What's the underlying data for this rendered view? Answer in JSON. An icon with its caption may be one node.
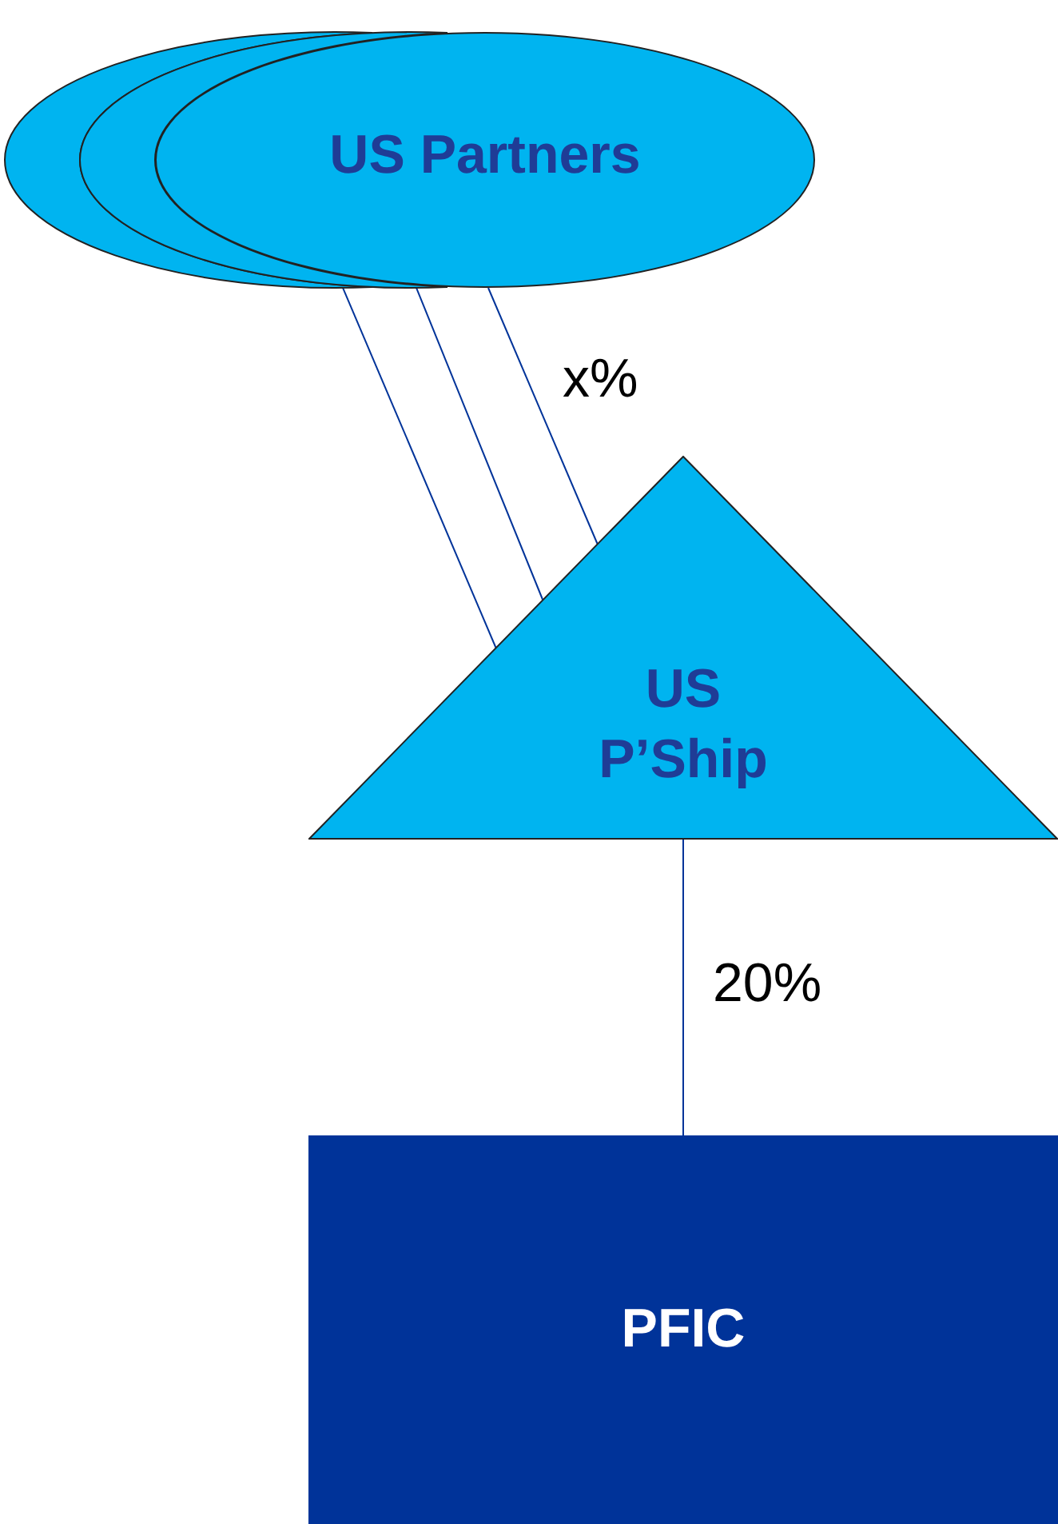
{
  "diagram": {
    "nodes": [
      {
        "text": [],
        "shape": "ellipse"
      },
      {
        "text": [],
        "shape": "ellipse"
      },
      {
        "text": [
          "US Partners"
        ]
      },
      {
        "text": [
          "US P’Ship"
        ]
      },
      {
        "text": [
          "PFIC"
        ]
      }
    ],
    "edges": [
      {
        "from": 0,
        "to": 3,
        "arrow": "none"
      },
      {
        "from": 1,
        "to": 3,
        "arrow": "none"
      },
      {
        "from": 2,
        "to": 3,
        "arrow": "none",
        "label": "x%"
      },
      {
        "from": 3,
        "to": 4,
        "arrow": "none",
        "label": "20%"
      }
    ]
  }
}
